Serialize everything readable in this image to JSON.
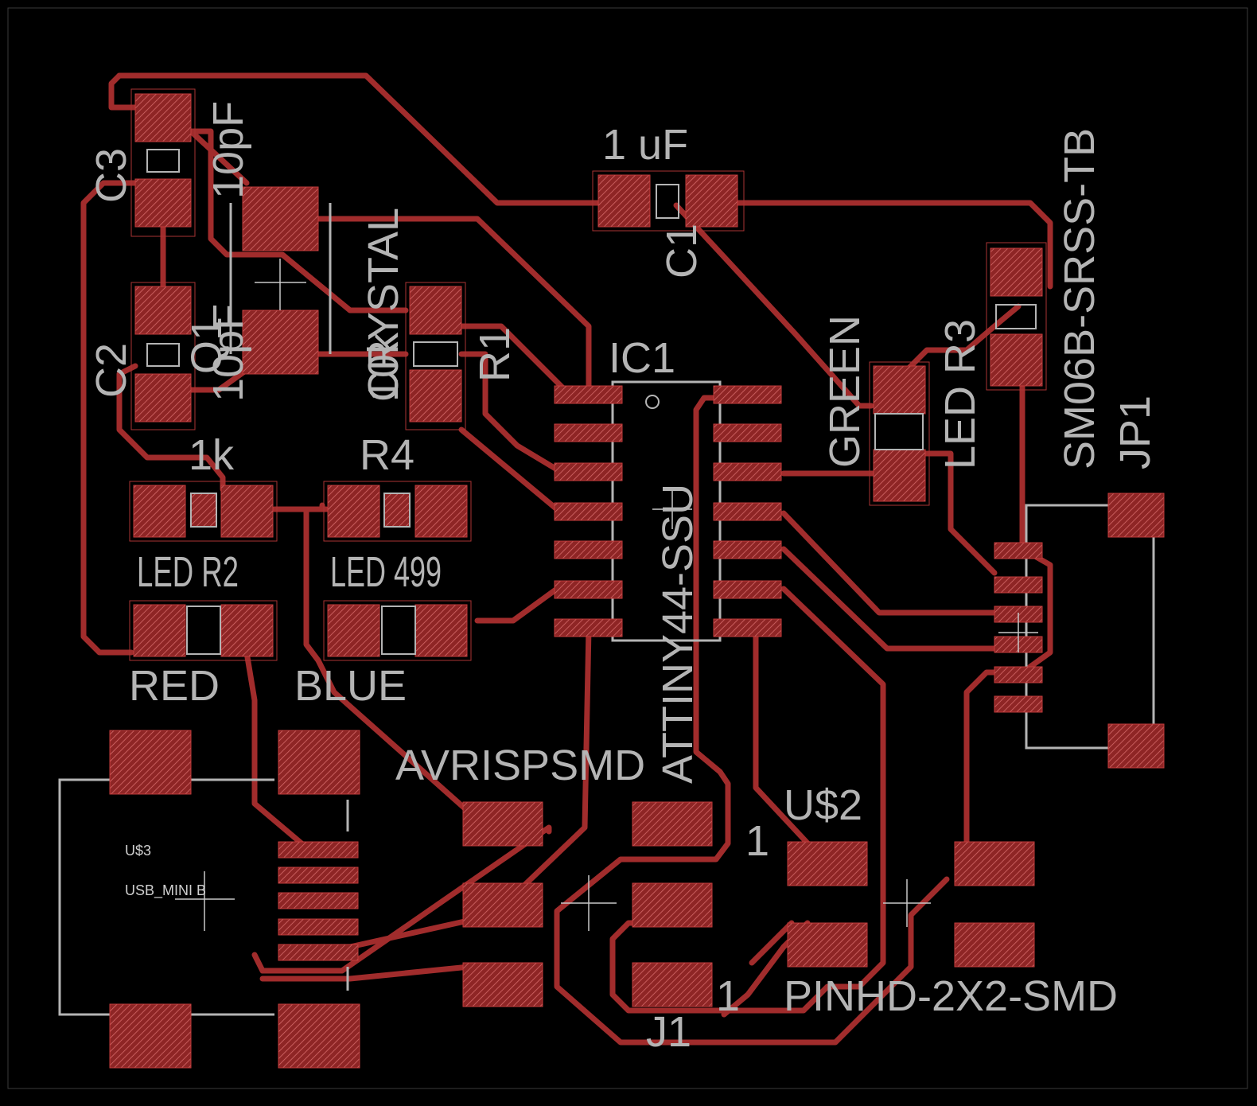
{
  "colors": {
    "background": "#000000",
    "copper": "#a12c2c",
    "silkscreen": "#b4b4b4"
  },
  "labels": {
    "c3_name": "C3",
    "c3_value": "10pF",
    "c2_name": "C2",
    "c2_value": "10pF",
    "crystal": "CRYSTAL",
    "q1": "Q1",
    "r1_value": "10k",
    "r1_name": "R1",
    "c1_value": "1 uF",
    "c1_name": "C1",
    "ic1": "IC1",
    "ic_part": "ATTINY44-SSU",
    "green": "GREEN",
    "led_r3": "LED R3",
    "sm06": "SM06B-SRSS-TB",
    "jp1": "JP1",
    "r2_value": "1k",
    "r4_name": "R4",
    "led_r2": "LED R2",
    "led_499": "LED 499",
    "red": "RED",
    "blue": "BLUE",
    "avrisp": "AVRISPSMD",
    "u2": "U$2",
    "pin1_a": "1",
    "pin1_b": "1",
    "pinhd": "PINHD-2X2-SMD",
    "j1": "J1",
    "u3": "U$3",
    "usb": "USB_MINI B"
  }
}
